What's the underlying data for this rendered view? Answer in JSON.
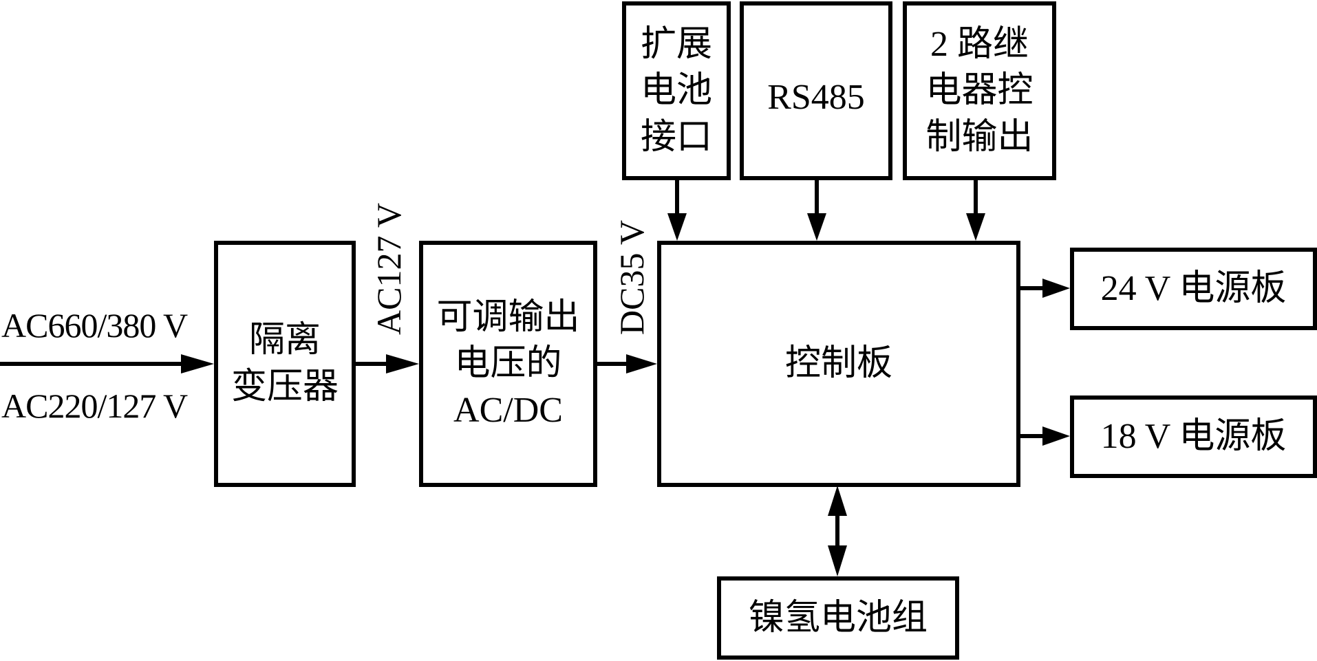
{
  "diagram": {
    "inputs": {
      "label_top": "AC660/380 V",
      "label_bottom": "AC220/127 V"
    },
    "edge_labels": {
      "ac127": "AC127 V",
      "dc35": "DC35 V"
    },
    "blocks": {
      "isolation_transformer": "隔离\n变压器",
      "adjustable_acdc": "可调输出\n电压的\nAC/DC",
      "control_board": "控制板",
      "battery_interface": "扩展\n电池\n接口",
      "rs485": "RS485",
      "relay_output": "2 路继\n电器控\n制输出",
      "psu_24v": "24 V 电源板",
      "psu_18v": "18 V 电源板",
      "nimh_pack": "镍氢电池组"
    }
  }
}
